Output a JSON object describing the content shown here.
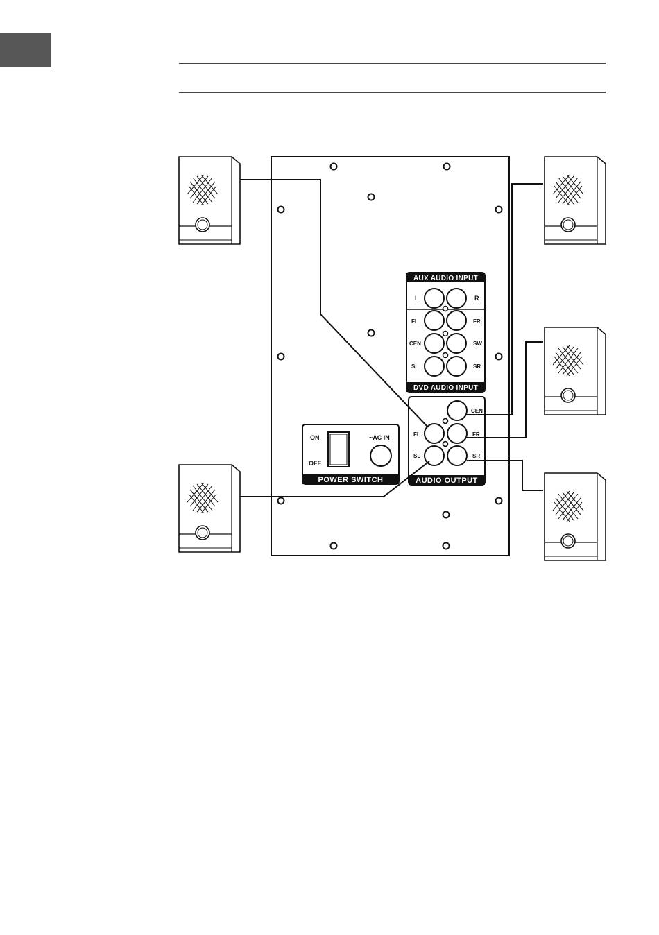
{
  "colors": {
    "ink": "#111111",
    "page_tab": "#575757",
    "band": "#111111",
    "paper": "#ffffff"
  },
  "aux_input": {
    "title": "AUX AUDIO INPUT",
    "left_label": "L",
    "right_label": "R"
  },
  "dvd_input": {
    "title": "DVD AUDIO INPUT",
    "labels": {
      "fl": "FL",
      "fr": "FR",
      "cen": "CEN",
      "sw": "SW",
      "sl": "SL",
      "sr": "SR"
    }
  },
  "audio_output": {
    "title": "AUDIO OUTPUT",
    "labels": {
      "cen": "CEN",
      "fl": "FL",
      "fr": "FR",
      "sl": "SL",
      "sr": "SR"
    }
  },
  "power": {
    "title": "POWER SWITCH",
    "on_label": "ON",
    "off_label": "OFF",
    "ac_label": "~AC IN"
  },
  "speakers": [
    {
      "id": "front-left",
      "grille_icon": "crosshatch-grille-icon"
    },
    {
      "id": "front-right",
      "grille_icon": "crosshatch-grille-icon"
    },
    {
      "id": "center",
      "grille_icon": "crosshatch-grille-icon"
    },
    {
      "id": "surround-left",
      "grille_icon": "crosshatch-grille-icon"
    },
    {
      "id": "surround-right",
      "grille_icon": "crosshatch-grille-icon"
    }
  ]
}
